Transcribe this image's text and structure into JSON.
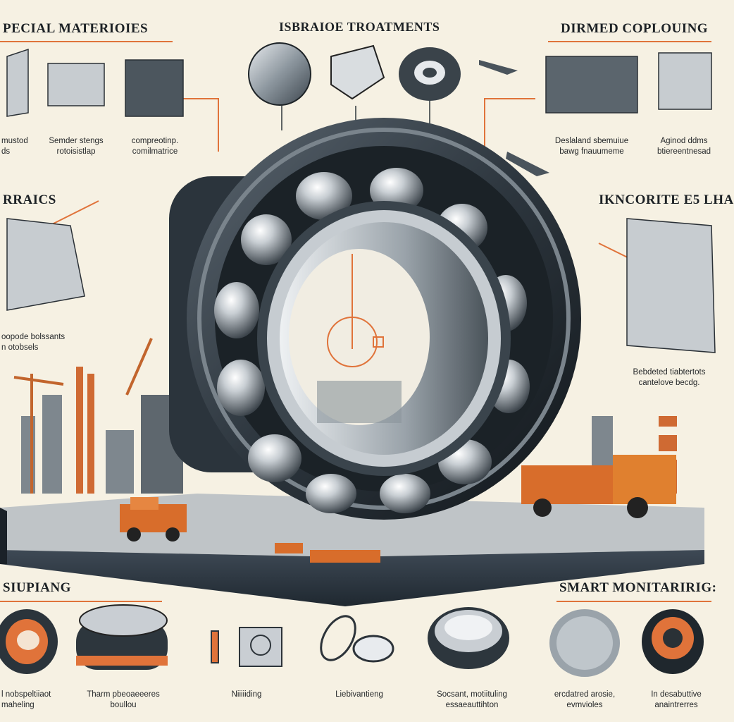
{
  "headings": {
    "special_materials": "PECIAL MATERIOIES",
    "surface_treatments": "ISBRAIOE TROATMENTS",
    "armed_coupling": "DIRMED COPLOUING",
    "tribology": "RRAICS",
    "incorporated": "IKNCORITE E5 LHA",
    "sealing": "SIUPIANG",
    "smart_monitoring": "SMART MONITARIRIG:"
  },
  "captions": {
    "top_1": [
      "mustod",
      "ds"
    ],
    "top_2": [
      "Semder stengs",
      "rotoisistlap"
    ],
    "top_3": [
      "compreotinp.",
      "comilmatrice"
    ],
    "top_4": [
      "Deslaland sbemuiue",
      "bawg fnauumeme"
    ],
    "top_5": [
      "Aginod ddms",
      "btiereentnesad"
    ],
    "left_mid": [
      "oopode bolssants",
      "n otobsels"
    ],
    "right_mid": [
      "Bebdeted tiabtertots",
      "cantelove becdg."
    ],
    "bottom_1": [
      "l nobspeltiiaot",
      "maheling"
    ],
    "bottom_2": [
      "Tharm pbeoaeeeres",
      "boullou"
    ],
    "bottom_3": [
      "Niiiiiding"
    ],
    "bottom_4": [
      "Liebivantieng"
    ],
    "bottom_5": [
      "Socsant, motiituling",
      "essaeauttihton"
    ],
    "bottom_6": [
      "ercdatred arosie,",
      "evmvioles"
    ],
    "bottom_7": [
      "In desabuttive",
      "anaintrerres"
    ]
  },
  "colors": {
    "background": "#f6f1e3",
    "accent_orange": "#e0733a",
    "steel_dark": "#2f3a44",
    "steel_light": "#c9ced3",
    "platform": "#2a3440"
  },
  "icons": [
    "sphere-icon",
    "valve-block-icon",
    "ring-bearing-icon",
    "jet-icon",
    "crane-icon",
    "truck-icon"
  ]
}
